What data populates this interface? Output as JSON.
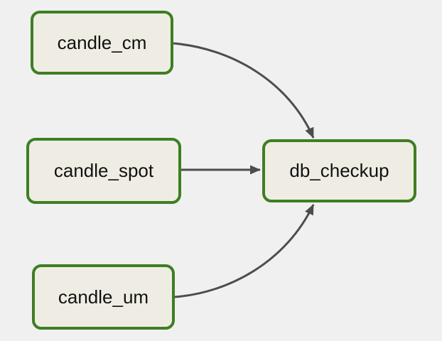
{
  "diagram": {
    "type": "dag-graph",
    "nodes": [
      {
        "id": "candle_cm",
        "label": "candle_cm"
      },
      {
        "id": "candle_spot",
        "label": "candle_spot"
      },
      {
        "id": "candle_um",
        "label": "candle_um"
      },
      {
        "id": "db_checkup",
        "label": "db_checkup"
      }
    ],
    "edges": [
      {
        "from": "candle_cm",
        "to": "db_checkup",
        "style": "curved-down"
      },
      {
        "from": "candle_spot",
        "to": "db_checkup",
        "style": "straight"
      },
      {
        "from": "candle_um",
        "to": "db_checkup",
        "style": "curved-up"
      }
    ],
    "colors": {
      "background": "#f0f0f0",
      "node_fill": "#efede3",
      "node_border": "#3e7e23",
      "edge": "#4d4d4d",
      "text": "#111111"
    }
  }
}
